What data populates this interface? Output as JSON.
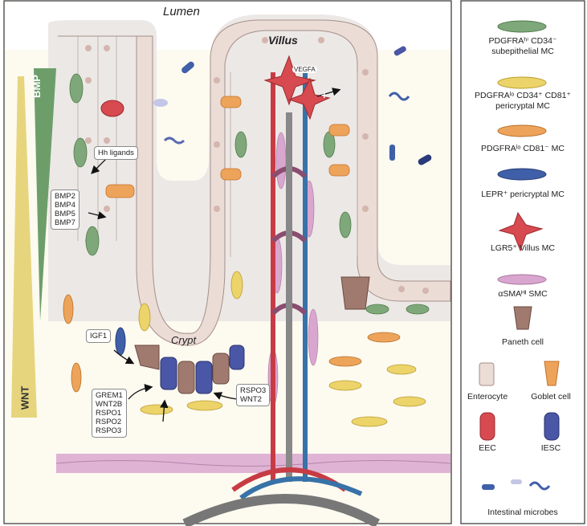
{
  "diagram": {
    "lumen_label": "Lumen",
    "villus_label": "Villus",
    "crypt_label": "Crypt",
    "vegfa_label": "VEGFA",
    "plus_label": "+",
    "bmp_gradient_label": "BMP",
    "wnt_gradient_label": "WNT",
    "hh_box": "Hh ligands",
    "bmp_box": [
      "BMP2",
      "BMP4",
      "BMP5",
      "BMP7"
    ],
    "igf_box": "IGF1",
    "grem_box": [
      "GREM1",
      "WNT2B",
      "RSPO1",
      "RSPO2",
      "RSPO3"
    ],
    "rspo_box": [
      "RSPO3",
      "WNT2"
    ],
    "colors": {
      "green_mc": "#7fa87a",
      "yellow_mc": "#ecd36a",
      "orange_mc": "#eda45a",
      "blue_mc": "#3f5fa8",
      "red_mc": "#d64a50",
      "pink_smc": "#d9a6cf",
      "epithelium": "#ecdcd6",
      "lumen_bg": "#fdfaf0",
      "bmp_green": "#6d9e6a",
      "wnt_yellow": "#e6d57d"
    }
  },
  "legend": {
    "items": [
      {
        "icon": "green-mc-icon",
        "label": "PDGFRAʰⁱ CD34⁻ subepithelial MC"
      },
      {
        "icon": "yellow-mc-icon",
        "label": "PDGFRAˡᵒ CD34⁺ CD81⁺ pericryptal MC"
      },
      {
        "icon": "orange-mc-icon",
        "label": "PDGFRAˡᵒ CD81⁻ MC"
      },
      {
        "icon": "blue-mc-icon",
        "label": "LEPR⁺ pericryptal MC"
      },
      {
        "icon": "red-mc-icon",
        "label": "LGR5⁺ Villus MC"
      },
      {
        "icon": "smc-icon",
        "label": "αSMAᴴᴵ SMC"
      },
      {
        "icon": "paneth-cell-icon",
        "label": "Paneth cell"
      },
      {
        "icon": "enterocyte-icon",
        "label": "Enterocyte"
      },
      {
        "icon": "goblet-cell-icon",
        "label": "Goblet cell"
      },
      {
        "icon": "eec-icon",
        "label": "EEC"
      },
      {
        "icon": "iesc-icon",
        "label": "IESC"
      },
      {
        "icon": "microbes-icon",
        "label": "Intestinal microbes"
      }
    ]
  }
}
